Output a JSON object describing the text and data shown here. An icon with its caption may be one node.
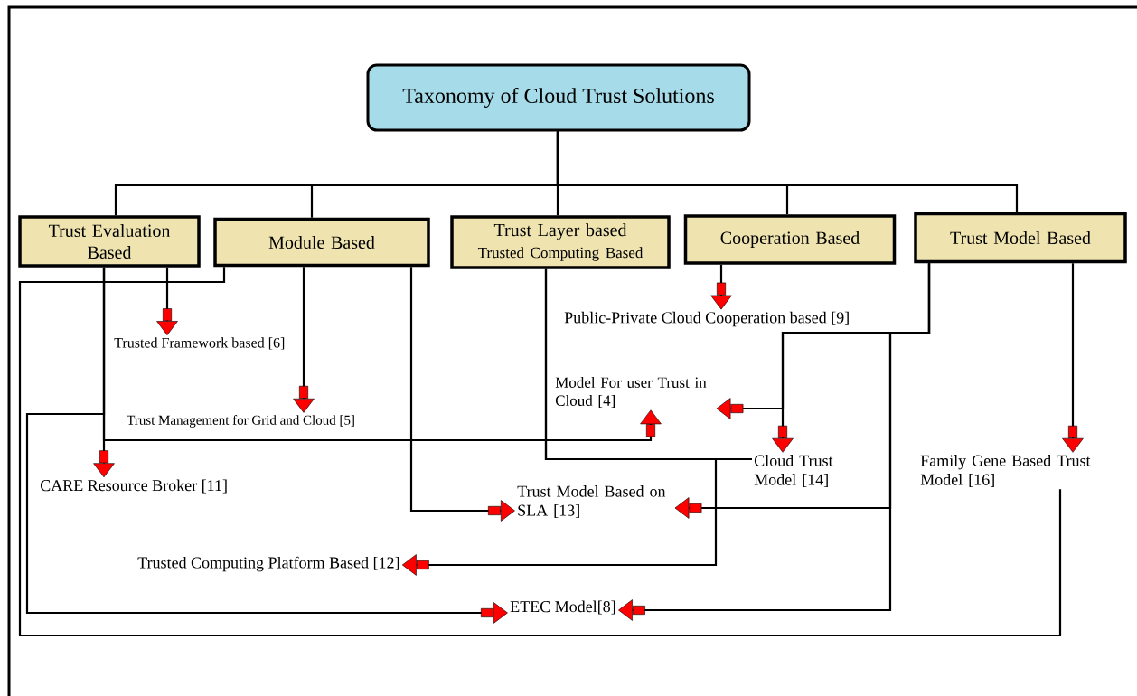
{
  "diagram": {
    "nodes": [
      {
        "text": [
          "Taxonomy of Cloud Trust Solutions"
        ]
      },
      {
        "text": [
          "Trust Evaluation Based"
        ]
      },
      {
        "text": [
          "Module Based"
        ]
      },
      {
        "text": [
          "Trust Layer based",
          "Trusted Computing Based"
        ]
      },
      {
        "text": [
          "Cooperation Based"
        ]
      },
      {
        "text": [
          "Trust Model Based"
        ]
      },
      {
        "text": [
          "Trusted Framework based [6]"
        ]
      },
      {
        "text": [
          "Public-Private Cloud Cooperation based [9]"
        ]
      },
      {
        "text": [
          "Model For user Trust in Cloud [4]"
        ]
      },
      {
        "text": [
          "Trust Management for Grid and Cloud [5]"
        ]
      },
      {
        "text": [
          "Cloud Trust Model [14]"
        ]
      },
      {
        "text": [
          "CARE Resource Broker [11]"
        ]
      },
      {
        "text": [
          "Family Gene Based Trust Model [16]"
        ]
      },
      {
        "text": [
          "Trust Model Based on SLA [13]"
        ]
      },
      {
        "text": [
          "Trusted Computing Platform Based [12]"
        ]
      },
      {
        "text": [
          "ETEC Model[8]"
        ]
      }
    ],
    "edges": [
      {
        "from": 0,
        "to": 1,
        "arrow": "none"
      },
      {
        "from": 0,
        "to": 2,
        "arrow": "none"
      },
      {
        "from": 0,
        "to": 3,
        "arrow": "none"
      },
      {
        "from": 0,
        "to": 4,
        "arrow": "none"
      },
      {
        "from": 0,
        "to": 5,
        "arrow": "none"
      },
      {
        "from": 1,
        "to": 6,
        "arrow": "to"
      },
      {
        "from": 1,
        "to": 11,
        "arrow": "to"
      },
      {
        "from": 1,
        "to": 8,
        "arrow": "to"
      },
      {
        "from": 1,
        "to": 15,
        "arrow": "to"
      },
      {
        "from": 2,
        "to": 12,
        "arrow": "none"
      },
      {
        "from": 2,
        "to": 9,
        "arrow": "to"
      },
      {
        "from": 2,
        "to": 13,
        "arrow": "to"
      },
      {
        "from": 3,
        "to": 14,
        "arrow": "to"
      },
      {
        "from": 3,
        "to": 10,
        "arrow": "none"
      },
      {
        "from": 4,
        "to": 7,
        "arrow": "to"
      },
      {
        "from": 5,
        "to": 10,
        "arrow": "to"
      },
      {
        "from": 5,
        "to": 8,
        "arrow": "to"
      },
      {
        "from": 5,
        "to": 13,
        "arrow": "to"
      },
      {
        "from": 5,
        "to": 15,
        "arrow": "to"
      },
      {
        "from": 5,
        "to": 12,
        "arrow": "to"
      }
    ]
  }
}
